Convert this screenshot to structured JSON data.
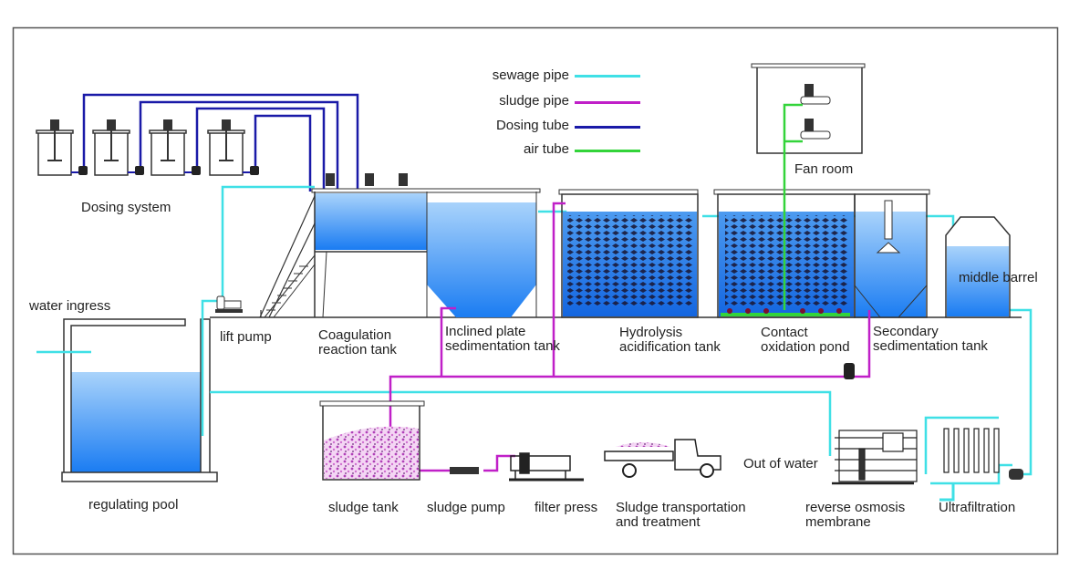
{
  "title": "Sewage treatment process flow diagram",
  "legend": [
    {
      "label": "sewage pipe",
      "color": "#3fe0e6"
    },
    {
      "label": "sludge pipe",
      "color": "#c020c8"
    },
    {
      "label": "Dosing tube",
      "color": "#1a1aa8"
    },
    {
      "label": "air tube",
      "color": "#33d43a"
    }
  ],
  "labels": {
    "dosing_system": "Dosing system",
    "water_ingress": "water ingress",
    "regulating_pool": "regulating pool",
    "lift_pump": "lift pump",
    "coagulation_1": "Coagulation",
    "coagulation_2": "reaction tank",
    "inclined_1": "Inclined plate",
    "inclined_2": "sedimentation tank",
    "hydrolysis_1": "Hydrolysis",
    "hydrolysis_2": "acidification tank",
    "contact_1": "Contact",
    "contact_2": "oxidation pond",
    "secondary_1": "Secondary",
    "secondary_2": "sedimentation tank",
    "middle_barrel": "middle barrel",
    "fan_room": "Fan room",
    "sludge_tank": "sludge tank",
    "sludge_pump": "sludge pump",
    "filter_press": "filter press",
    "transport_1": "Sludge transportation",
    "transport_2": "and treatment",
    "out_of_water": "Out of water",
    "ro_1": "reverse osmosis",
    "ro_2": "membrane",
    "ultrafiltration": "Ultrafiltration"
  },
  "colors": {
    "water_top": "#a9d3fb",
    "water_bottom": "#1a7cf2",
    "sludge": "#d67fd6",
    "outline": "#333333"
  }
}
